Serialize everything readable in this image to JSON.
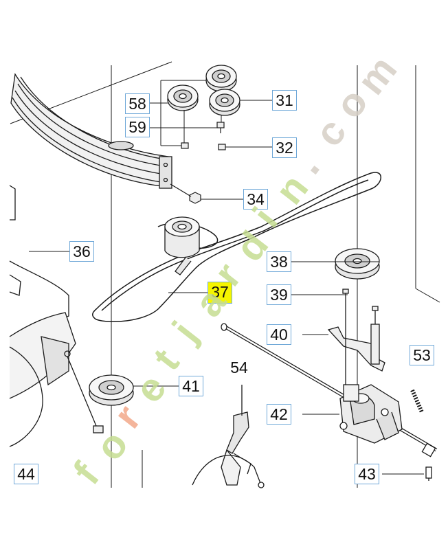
{
  "watermark": {
    "word": [
      "f",
      "o",
      "r",
      "e",
      "t",
      "j",
      "a",
      "r",
      "d",
      "i",
      "n",
      ".",
      "c",
      "o",
      "m"
    ],
    "letter_colors": [
      "#c6dd92",
      "#c6dd92",
      "#f3a98a",
      "#c6dd92",
      "#c6dd92",
      "#c6dd92",
      "#c6dd92",
      "#c6dd92",
      "#c6dd92",
      "#c6dd92",
      "#c6dd92",
      "#d6cfc6",
      "#d6cfc6",
      "#d6cfc6",
      "#d6cfc6"
    ]
  },
  "colors": {
    "callout_border": "#6fa8d8",
    "highlight": "#f5f500",
    "line": "#1a1a1a"
  },
  "callouts": [
    {
      "id": "58",
      "label": "58",
      "highlighted": false
    },
    {
      "id": "59",
      "label": "59",
      "highlighted": false
    },
    {
      "id": "31",
      "label": "31",
      "highlighted": false
    },
    {
      "id": "32",
      "label": "32",
      "highlighted": false
    },
    {
      "id": "34",
      "label": "34",
      "highlighted": false
    },
    {
      "id": "36",
      "label": "36",
      "highlighted": false
    },
    {
      "id": "37",
      "label": "37",
      "highlighted": true
    },
    {
      "id": "38",
      "label": "38",
      "highlighted": false
    },
    {
      "id": "39",
      "label": "39",
      "highlighted": false
    },
    {
      "id": "40",
      "label": "40",
      "highlighted": false
    },
    {
      "id": "53",
      "label": "53",
      "highlighted": false
    },
    {
      "id": "54",
      "label": "54",
      "highlighted": false
    },
    {
      "id": "41",
      "label": "41",
      "highlighted": false
    },
    {
      "id": "42",
      "label": "42",
      "highlighted": false
    },
    {
      "id": "43",
      "label": "43",
      "highlighted": false
    },
    {
      "id": "44",
      "label": "44",
      "highlighted": false
    }
  ]
}
